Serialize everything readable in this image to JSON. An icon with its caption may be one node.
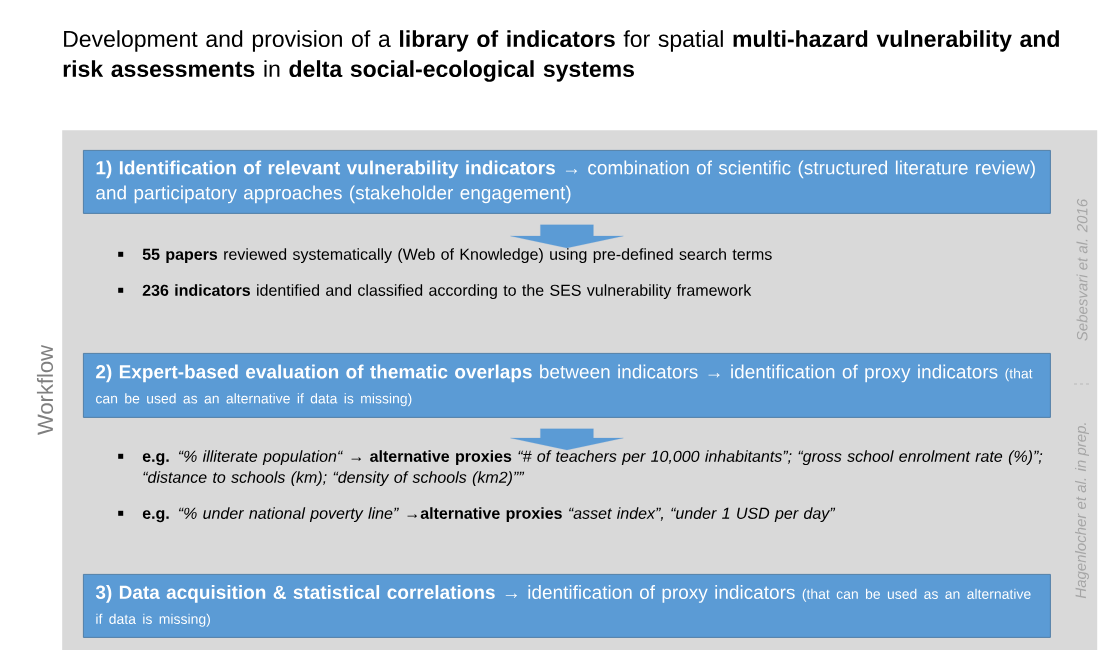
{
  "diagram": {
    "title": "Development and provision of a **library of indicators** for spatial **multi-hazard vulnerability and risk assessments** in **delta social-ecological systems**",
    "nodes": [
      {
        "text": [
          "Workflow"
        ]
      },
      {
        "text": [
          "**1) Identification of relevant vulnerability indicators** → combination of scientific (structured literature review) and participatory approaches (stakeholder engagement)"
        ],
        "in": 0
      },
      {
        "text": [
          "**55 papers** reviewed systematically (Web of Knowledge) using pre-defined search terms",
          "**236 indicators** identified and classified according to the SES vulnerability framework"
        ],
        "in": 0
      },
      {
        "text": [
          "**2) Expert-based evaluation of thematic overlaps** between indicators → identification of proxy indicators",
          "(that can be used as an alternative if data is missing)"
        ],
        "in": 0
      },
      {
        "text": [
          "**e.g.** *“% illiterate population“* → **alternative proxies** *“# of teachers per 10,000 inhabitants”; “gross school enrolment rate (%)”; “distance to schools (km); “density of schools (km2)””*",
          "**e.g.** *“% under national poverty line”* →**alternative proxies** *“asset index”, “under 1 USD per day”*"
        ],
        "in": 0
      },
      {
        "text": [
          "**3) Data acquisition & statistical correlations** → identification of proxy indicators",
          "(that can be used as an alternative if data is missing)"
        ],
        "in": 0
      }
    ],
    "edges": [
      {
        "from": 1,
        "to": 2,
        "arrow": "to"
      },
      {
        "from": 3,
        "to": 4,
        "arrow": "to"
      }
    ],
    "labels": [
      "Sebesvari et al. 2016",
      "Hagenlocher et al. in prep."
    ]
  }
}
